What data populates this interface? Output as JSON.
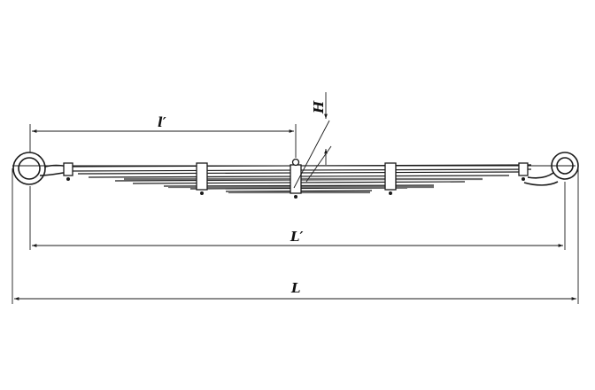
{
  "diagram": {
    "labels": {
      "l_prime": "l′",
      "L_prime": "L′",
      "L": "L",
      "H": "H"
    },
    "colors": {
      "line": "#1a1a1a",
      "gray_leaf": "#6e6e6e",
      "background": "#ffffff"
    }
  }
}
